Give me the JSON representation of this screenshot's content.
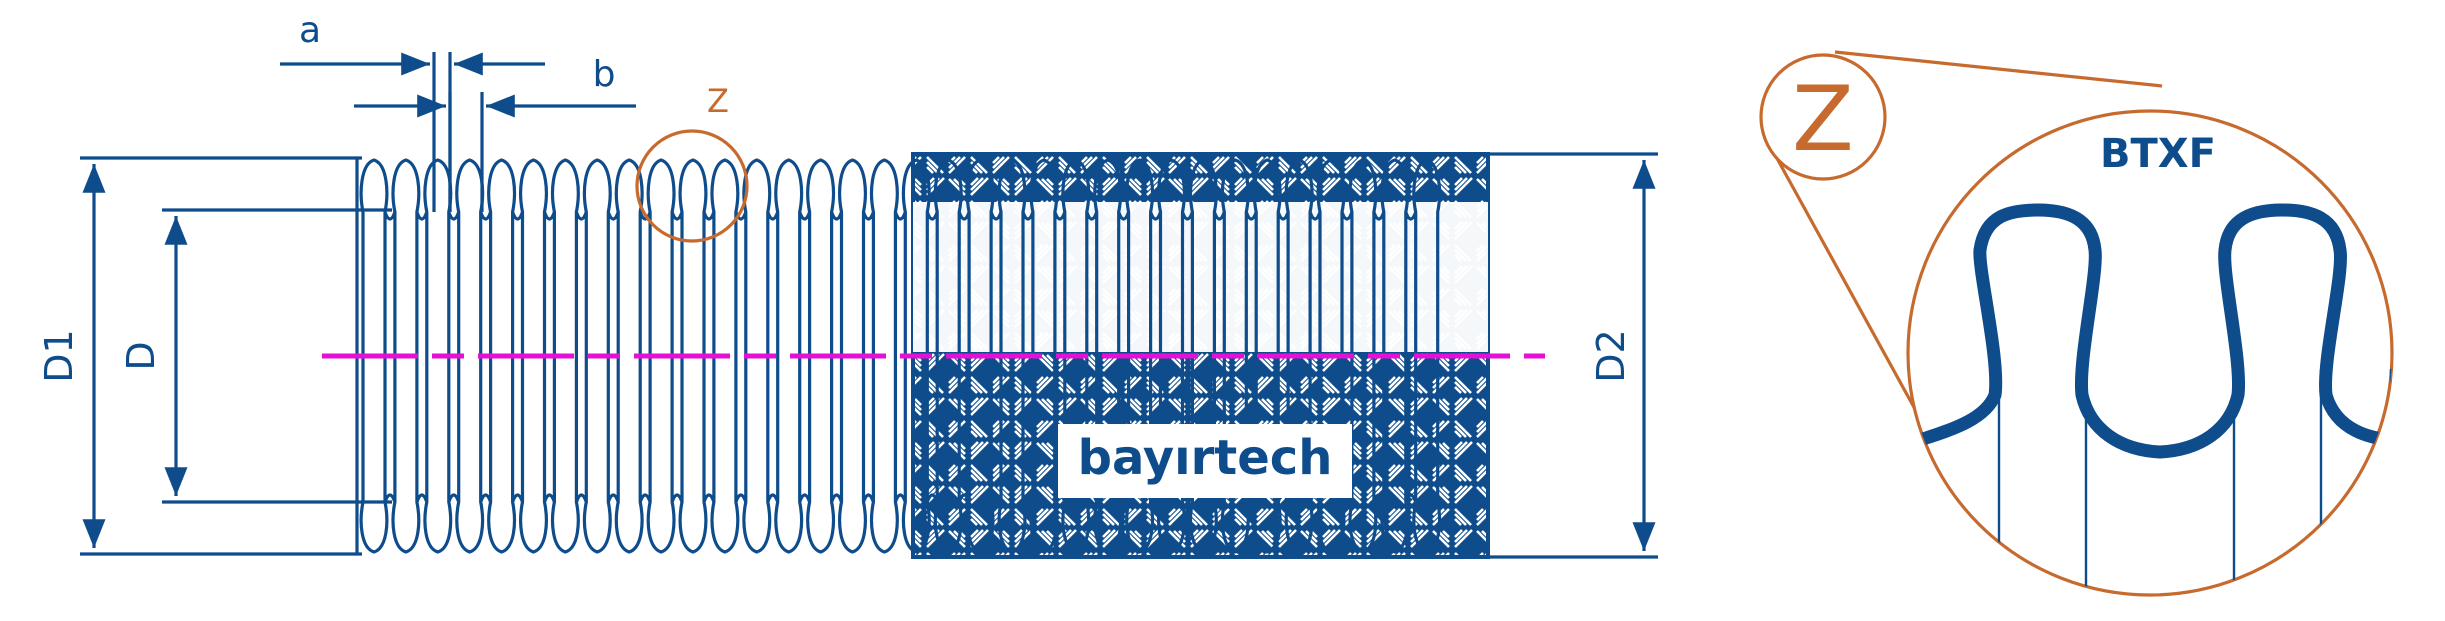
{
  "labels": {
    "pitch": "a",
    "wall": "b",
    "detail_marker": "Z",
    "outer_diameter": "D1",
    "inner_diameter": "D",
    "braid_diameter": "D2",
    "detail_callout": "Z",
    "detail_title": "BTXF",
    "brand": "bayırtech"
  },
  "colors": {
    "line": "#0e4c8c",
    "accent": "#c66a2e",
    "centerline": "#e60fd6",
    "background": "#ffffff"
  },
  "icons": {
    "braid": "braid-weave-pattern",
    "bellows": "corrugated-bellows-profile"
  }
}
